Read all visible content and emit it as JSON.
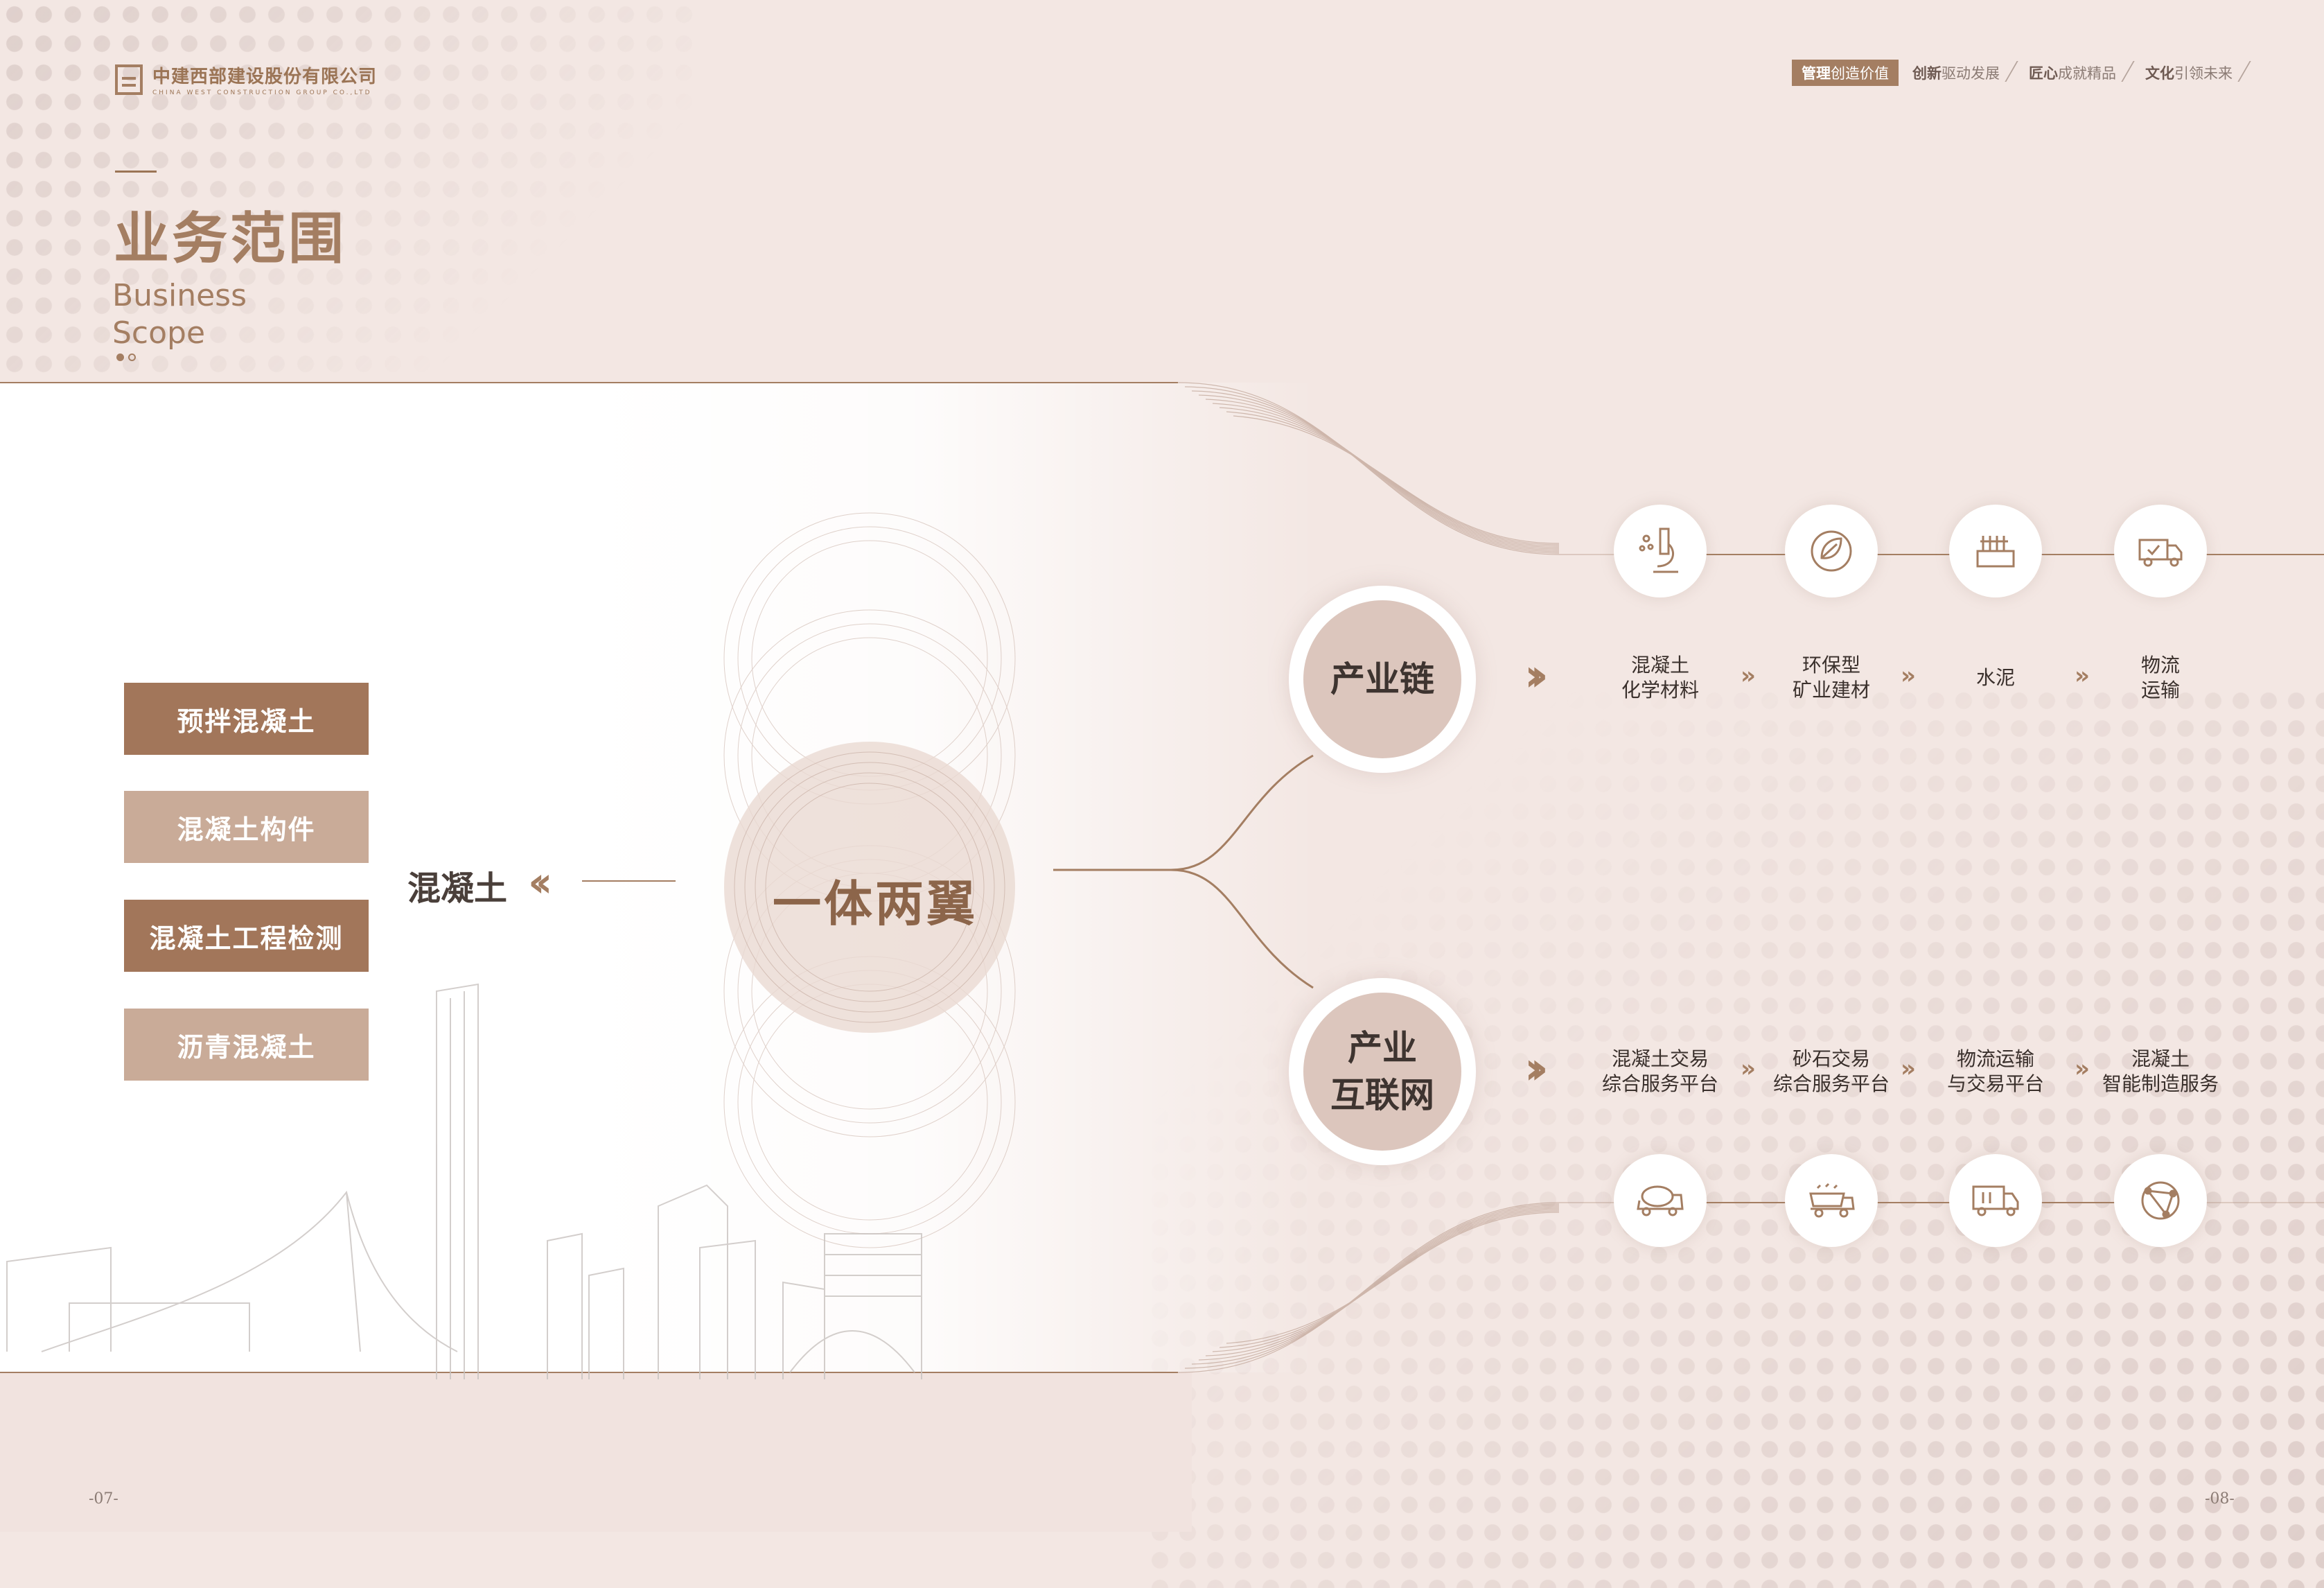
{
  "header": {
    "company_cn": "中建西部建设股份有限公司",
    "company_en": "CHINA WEST CONSTRUCTION GROUP CO.,LTD",
    "nav": [
      {
        "bold": "管理",
        "rest": "创造价值",
        "active": true
      },
      {
        "bold": "创新",
        "rest": "驱动发展",
        "active": false
      },
      {
        "bold": "匠心",
        "rest": "成就精品",
        "active": false
      },
      {
        "bold": "文化",
        "rest": "引领未来",
        "active": false
      }
    ]
  },
  "title": {
    "cn": "业务范围",
    "en_line1": "Business",
    "en_line2": "Scope"
  },
  "left_list": [
    "预拌混凝土",
    "混凝土构件",
    "混凝土工程检测",
    "沥青混凝土"
  ],
  "center": {
    "concrete": "混凝土",
    "core": "一体两翼"
  },
  "industry_chain": {
    "label": "产业链",
    "items": [
      {
        "line1": "混凝土",
        "line2": "化学材料",
        "icon": "microscope-icon"
      },
      {
        "line1": "环保型",
        "line2": "矿业建材",
        "icon": "leaf-icon"
      },
      {
        "line1": "水泥",
        "line2": "",
        "icon": "cement-icon"
      },
      {
        "line1": "物流",
        "line2": "运输",
        "icon": "delivery-truck-icon"
      }
    ]
  },
  "industry_internet": {
    "label_line1": "产业",
    "label_line2": "互联网",
    "items": [
      {
        "line1": "混凝土交易",
        "line2": "综合服务平台",
        "icon": "mixer-truck-icon"
      },
      {
        "line1": "砂石交易",
        "line2": "综合服务平台",
        "icon": "dump-truck-icon"
      },
      {
        "line1": "物流运输",
        "line2": "与交易平台",
        "icon": "box-truck-icon"
      },
      {
        "line1": "混凝土",
        "line2": "智能制造服务",
        "icon": "network-globe-icon"
      }
    ]
  },
  "pages": {
    "left": "-07-",
    "right": "-08-"
  },
  "colors": {
    "accent": "#a47e62",
    "dark_btn": "#a2765a",
    "light_btn": "#c9ab98",
    "bg": "#f3e7e3"
  }
}
